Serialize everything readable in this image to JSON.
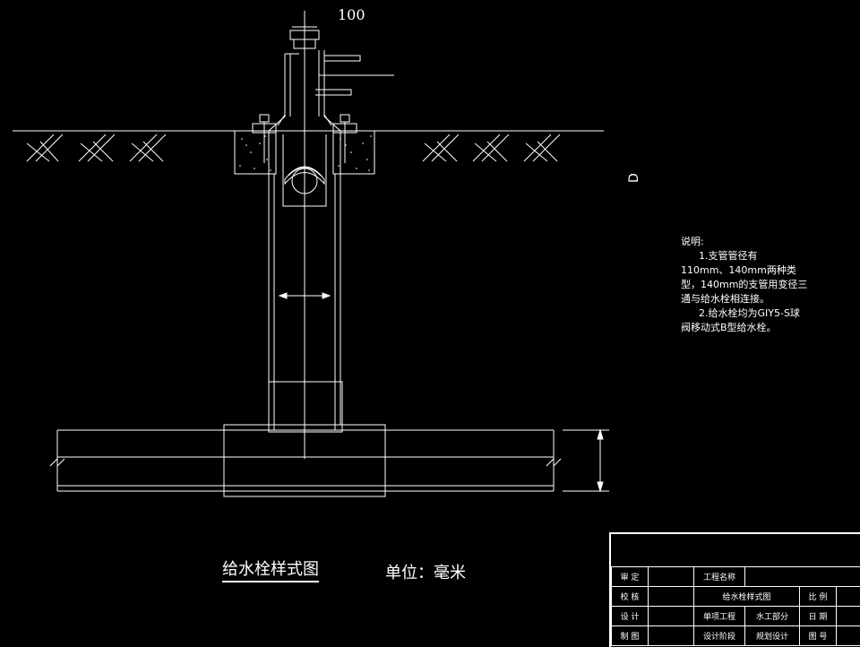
{
  "dimensions": {
    "top": "100",
    "side": "D"
  },
  "notes": {
    "heading": "说明:",
    "item1_line1": "1.支管管径有",
    "item1_line2": "110mm、140mm两种类",
    "item1_line3": "型，140mm的支管用变径三",
    "item1_line4": "通与给水栓相连接。",
    "item2_line1": "2.给水栓均为GIY5-S球",
    "item2_line2": "阀移动式B型给水栓。"
  },
  "caption": {
    "title": "给水栓样式图",
    "unit": "单位：毫米"
  },
  "title_block": {
    "row1": {
      "label": "审 定",
      "name_label": "工程名称"
    },
    "row2": {
      "label": "校 核",
      "value": "给水栓样式图",
      "key": "比 例"
    },
    "row3": {
      "label": "设 计",
      "name_label": "单项工程",
      "value": "水工部分",
      "key": "日 期"
    },
    "row4": {
      "label": "制 图",
      "name_label": "设计阶段",
      "value": "规划设计",
      "key": "图 号"
    }
  }
}
